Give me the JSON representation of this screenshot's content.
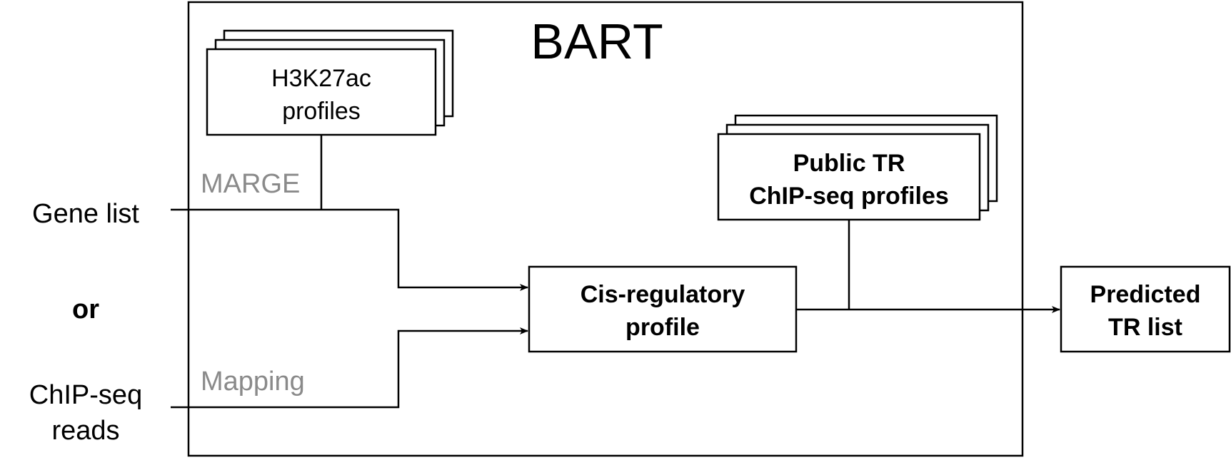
{
  "title": "BART",
  "inputs": {
    "gene_list": "Gene list",
    "or": "or",
    "chipseq_line1": "ChIP-seq",
    "chipseq_line2": "reads"
  },
  "process_labels": {
    "marge": "MARGE",
    "mapping": "Mapping"
  },
  "boxes": {
    "h3k27ac_line1": "H3K27ac",
    "h3k27ac_line2": "profiles",
    "public_tr_line1": "Public  TR",
    "public_tr_line2": "ChIP-seq profiles",
    "cis_line1": "Cis-regulatory",
    "cis_line2": "profile",
    "predicted_line1": "Predicted",
    "predicted_line2": "TR list"
  },
  "colors": {
    "stroke": "#000000",
    "process_label": "#8a8a8a",
    "background": "#ffffff"
  }
}
